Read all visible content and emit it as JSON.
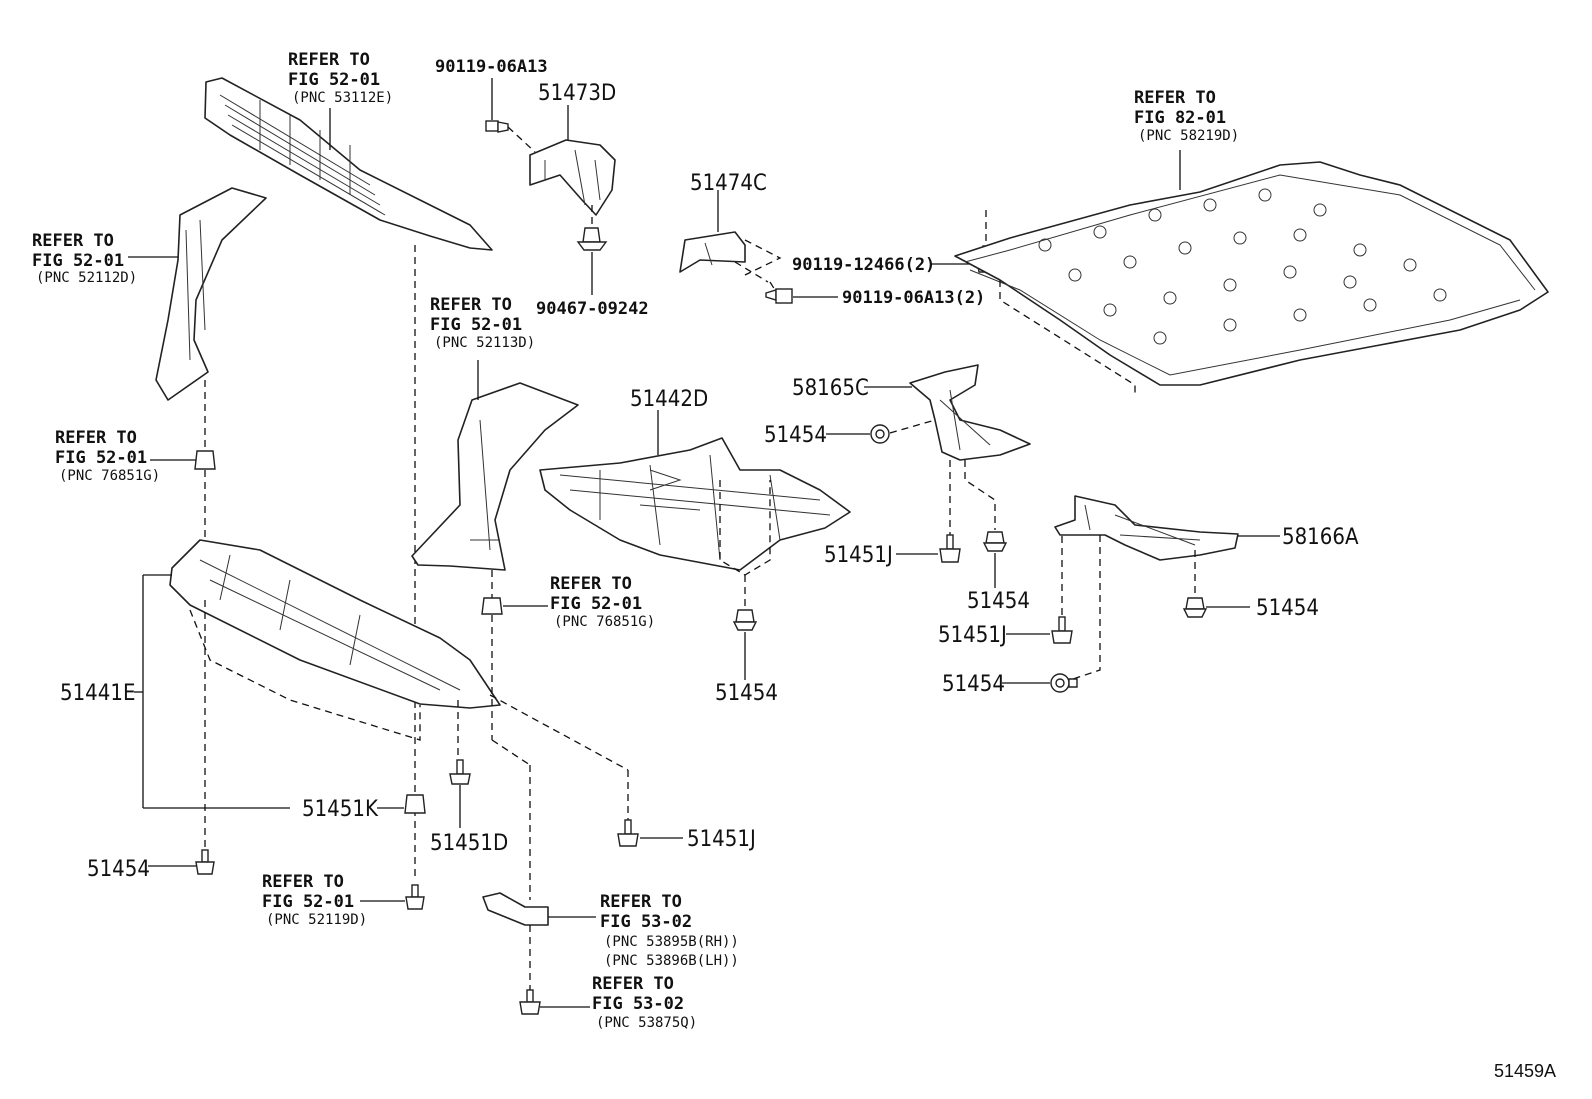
{
  "figure_id": "51459A",
  "parts": {
    "grille_ref": {
      "refer": "REFER TO",
      "fig": "FIG 52-01",
      "pnc": "(PNC 53112E)"
    },
    "bolt_90119_06A13_top": {
      "number": "90119-06A13"
    },
    "bracket_51473D": {
      "number": "51473D"
    },
    "clip_90467_09242": {
      "number": "90467-09242"
    },
    "fender_liner_ref_left": {
      "refer": "REFER TO",
      "fig": "FIG 52-01",
      "pnc": "(PNC 52112D)"
    },
    "fender_liner_ref_center": {
      "refer": "REFER TO",
      "fig": "FIG 52-01",
      "pnc": "(PNC 52113D)"
    },
    "cover_51474C": {
      "number": "51474C"
    },
    "bolt_90119_06A13_2": {
      "number": "90119-06A13(2)"
    },
    "bolt_90119_12466_2": {
      "number": "90119-12466(2)"
    },
    "floor_cover_ref": {
      "refer": "REFER TO",
      "fig": "FIG 82-01",
      "pnc": "(PNC 58219D)"
    },
    "shield_58165C": {
      "number": "58165C"
    },
    "clip_51454_a": {
      "number": "51454"
    },
    "cover_51442D": {
      "number": "51442D"
    },
    "clip_ref_76851G_left": {
      "refer": "REFER TO",
      "fig": "FIG 52-01",
      "pnc": "(PNC 76851G)"
    },
    "clip_ref_76851G_center": {
      "refer": "REFER TO",
      "fig": "FIG 52-01",
      "pnc": "(PNC 76851G)"
    },
    "screw_51451J_a": {
      "number": "51451J"
    },
    "clip_51454_b": {
      "number": "51454"
    },
    "shield_58166A": {
      "number": "58166A"
    },
    "clip_51454_c": {
      "number": "51454"
    },
    "screw_51451J_b": {
      "number": "51451J"
    },
    "clip_51454_d": {
      "number": "51454"
    },
    "clip_51454_e": {
      "number": "51454"
    },
    "cover_51441E": {
      "number": "51441E"
    },
    "retainer_51451K": {
      "number": "51451K"
    },
    "screw_51451D": {
      "number": "51451D"
    },
    "screw_51451J_c": {
      "number": "51451J"
    },
    "clip_51454_f": {
      "number": "51454"
    },
    "bolt_ref_52119D": {
      "refer": "REFER TO",
      "fig": "FIG 52-01",
      "pnc": "(PNC 52119D)"
    },
    "bracket_ref_53895B": {
      "refer": "REFER TO",
      "fig": "FIG 53-02",
      "pnc_rh": "(PNC 53895B(RH))",
      "pnc_lh": "(PNC 53896B(LH))"
    },
    "screw_ref_53875Q": {
      "refer": "REFER TO",
      "fig": "FIG 53-02",
      "pnc": "(PNC 53875Q)"
    }
  }
}
